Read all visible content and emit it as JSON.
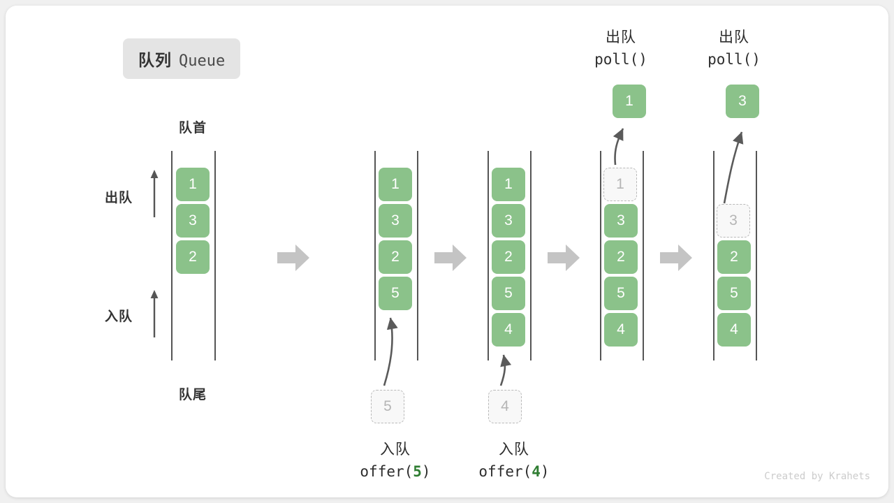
{
  "title": {
    "cn": "队列",
    "en": "Queue"
  },
  "labels": {
    "head": "队首",
    "tail": "队尾",
    "dequeue_side": "出队",
    "enqueue_side": "入队"
  },
  "footer": "Created by Krahets",
  "colors": {
    "element_fill": "#8bc28a",
    "element_text": "#ffffff",
    "ghost_fill": "#f8f8f8",
    "ghost_border": "#b9b9b9",
    "ghost_text": "#b5b5b5",
    "rail": "#555555",
    "step_arrow": "#c4c4c4",
    "curve_arrow": "#5a5a5a",
    "code_accent": "#2f7d32",
    "badge_bg": "#e4e4e4"
  },
  "stages": [
    {
      "name": "initial",
      "elements": [
        "1",
        "3",
        "2"
      ],
      "ghost": null,
      "popped": null,
      "caption_cn": null,
      "caption_code": null
    },
    {
      "name": "offer-5",
      "elements": [
        "1",
        "3",
        "2",
        "5"
      ],
      "ghost": {
        "value": "5",
        "position": "below"
      },
      "popped": null,
      "caption_cn": "入队",
      "caption_code": "offer(5)",
      "caption_code_prefix": "offer(",
      "caption_code_num": "5",
      "caption_code_suffix": ")"
    },
    {
      "name": "offer-4",
      "elements": [
        "1",
        "3",
        "2",
        "5",
        "4"
      ],
      "ghost": {
        "value": "4",
        "position": "below"
      },
      "popped": null,
      "caption_cn": "入队",
      "caption_code": "offer(4)",
      "caption_code_prefix": "offer(",
      "caption_code_num": "4",
      "caption_code_suffix": ")"
    },
    {
      "name": "poll-1",
      "elements": [
        "3",
        "2",
        "5",
        "4"
      ],
      "ghost": {
        "value": "1",
        "position": "top"
      },
      "popped": "1",
      "caption_cn": "出队",
      "caption_code": "poll()"
    },
    {
      "name": "poll-3",
      "elements": [
        "2",
        "5",
        "4"
      ],
      "ghost": {
        "value": "3",
        "position": "top"
      },
      "popped": "3",
      "caption_cn": "出队",
      "caption_code": "poll()"
    }
  ]
}
